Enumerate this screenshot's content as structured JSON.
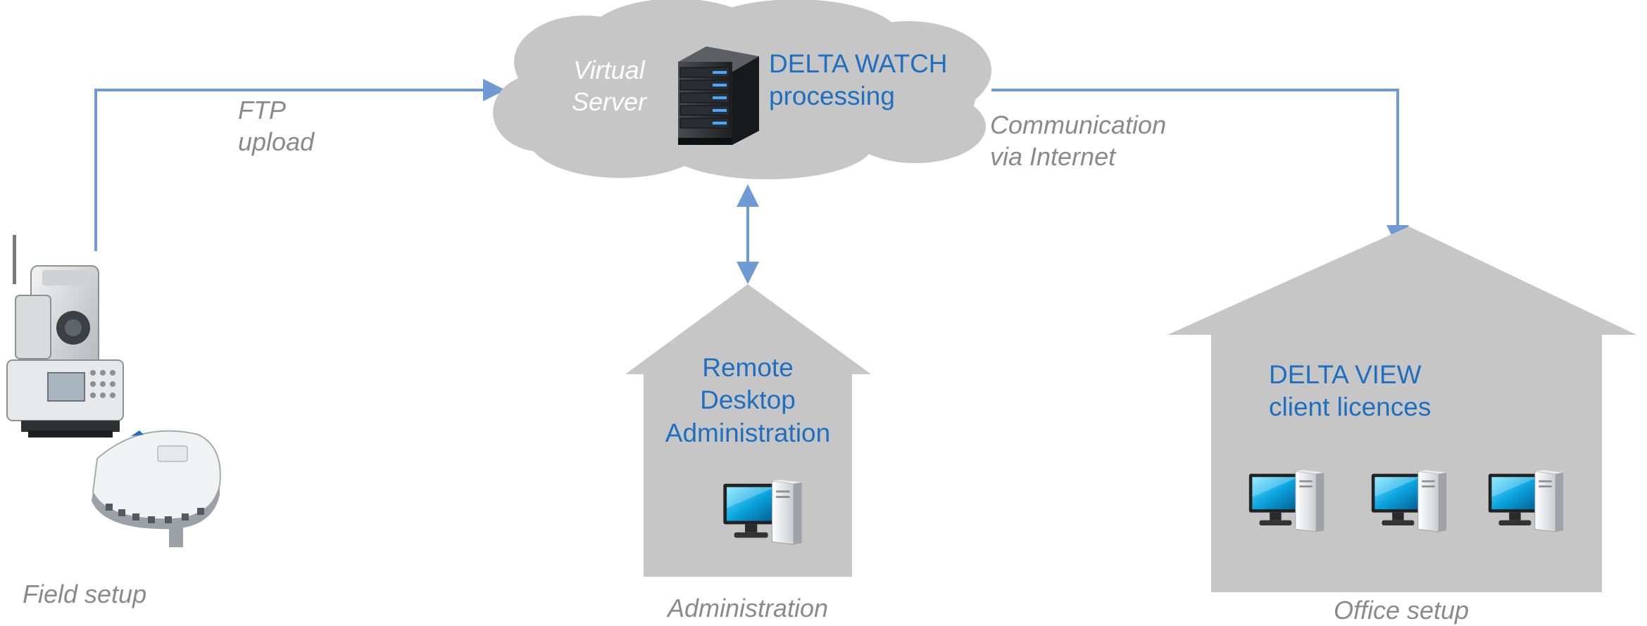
{
  "nodes": {
    "virtual_server": {
      "line1": "Virtual",
      "line2": "Server"
    },
    "processing": {
      "line1": "DELTA WATCH",
      "line2": "processing"
    },
    "remote_admin": {
      "line1": "Remote",
      "line2": "Desktop",
      "line3": "Administration"
    },
    "client_licences": {
      "line1": "DELTA VIEW",
      "line2": "client licences"
    }
  },
  "edge_labels": {
    "ftp": {
      "line1": "FTP",
      "line2": "upload"
    },
    "internet": {
      "line1": "Communication",
      "line2": "via Internet"
    }
  },
  "captions": {
    "field": "Field setup",
    "administration": "Administration",
    "office": "Office setup"
  },
  "colors": {
    "arrow": "#6f9bd4",
    "shape": "#c6c6c6",
    "label_blue": "#1f6fc0",
    "label_gray": "#8a8a8a"
  },
  "icons": [
    "cloud-icon",
    "server-icon",
    "computer-icon",
    "total-station-icon",
    "gnss-receiver-icon"
  ]
}
